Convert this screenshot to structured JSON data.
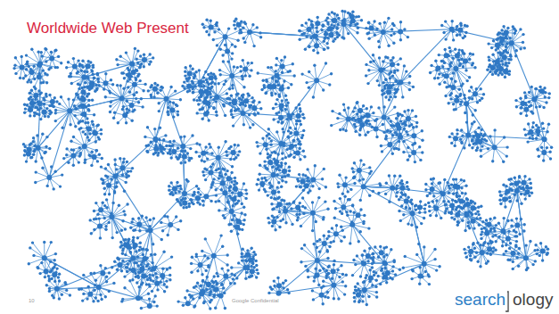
{
  "diagram": {
    "title": "Worldwide Web Present",
    "labels": [
      "10",
      "Google Confidential",
      "search",
      "ology"
    ]
  }
}
